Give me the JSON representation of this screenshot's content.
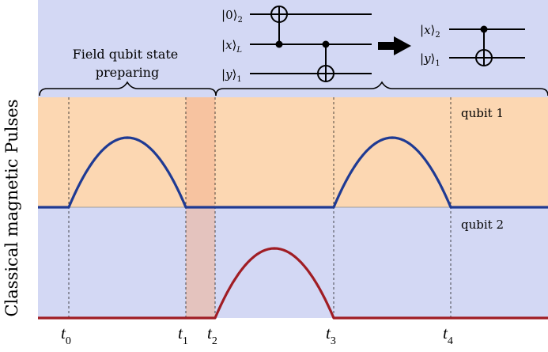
{
  "title_text": "Field qubit state\npreparing",
  "ylabel": "Classical magnetic Pulses",
  "panels": [
    {
      "label": "qubit 1",
      "pulse_intervals": [
        [
          "t0",
          "t1"
        ],
        [
          "t3",
          "t4"
        ]
      ],
      "color": "#1f3a93",
      "bg": "#fcd7b2"
    },
    {
      "label": "qubit 2",
      "pulse_intervals": [
        [
          "t2",
          "t3"
        ]
      ],
      "color": "#a01d24",
      "bg": "#d3d8f4"
    }
  ],
  "time_ticks": [
    {
      "name": "t0",
      "base": "t",
      "sub": "0"
    },
    {
      "name": "t1",
      "base": "t",
      "sub": "1"
    },
    {
      "name": "t2",
      "base": "t",
      "sub": "2"
    },
    {
      "name": "t3",
      "base": "t",
      "sub": "3"
    },
    {
      "name": "t4",
      "base": "t",
      "sub": "4"
    }
  ],
  "circuit_left": {
    "wires": [
      {
        "ket": "0",
        "sub": "2",
        "italic": false
      },
      {
        "ket": "x",
        "sub": "L",
        "italic": true
      },
      {
        "ket": "y",
        "sub": "1",
        "italic": true
      }
    ],
    "gates": [
      {
        "control_wire": 1,
        "target_wire": 0
      },
      {
        "control_wire": 1,
        "target_wire": 2
      }
    ]
  },
  "circuit_right": {
    "wires": [
      {
        "ket": "x",
        "sub": "2",
        "italic": true
      },
      {
        "ket": "y",
        "sub": "1",
        "italic": true
      }
    ],
    "gates": [
      {
        "control_wire": 0,
        "target_wire": 1
      }
    ]
  },
  "colors": {
    "top_bg": "#d3d8f4",
    "highlight": "#f4b998",
    "axis_line": "#000000"
  }
}
